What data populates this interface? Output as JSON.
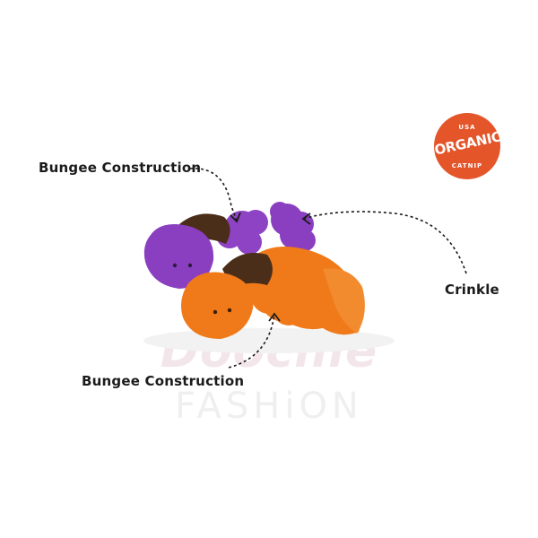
{
  "callouts": {
    "top_label": "Bungee Construction",
    "right_label": "Crinkle",
    "bottom_label": "Bungee Construction"
  },
  "badge": {
    "top_text": "USA",
    "main_text": "ORGANIC",
    "bottom_text": "CATNIP",
    "color": "#e4552a"
  },
  "watermark": {
    "line1": "Doochie",
    "line2": "FASHiON"
  },
  "colors": {
    "purple_toy": "#8a3fc0",
    "orange_toy": "#f07a1a",
    "brown_cap": "#4a2e1a"
  }
}
